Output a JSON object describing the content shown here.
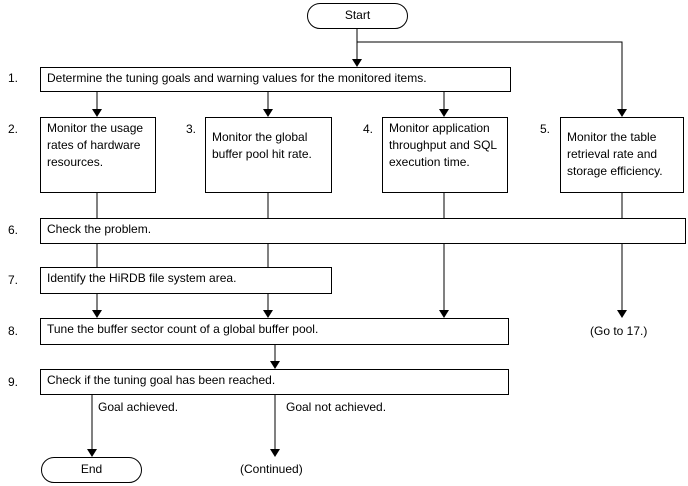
{
  "terminals": {
    "start": "Start",
    "end": "End"
  },
  "steps": [
    {
      "num": "1.",
      "text": "Determine the tuning goals and warning values for the monitored items."
    },
    {
      "num": "2.",
      "text": "Monitor the usage rates of hardware resources."
    },
    {
      "num": "3.",
      "text": "Monitor the global buffer pool hit rate."
    },
    {
      "num": "4.",
      "text": "Monitor application throughput and SQL execution time."
    },
    {
      "num": "5.",
      "text": "Monitor the table retrieval rate and storage efficiency."
    },
    {
      "num": "6.",
      "text": "Check the problem."
    },
    {
      "num": "7.",
      "text": "Identify the HiRDB file system area."
    },
    {
      "num": "8.",
      "text": "Tune the buffer sector count of a global buffer pool."
    },
    {
      "num": "9.",
      "text": "Check if the tuning goal has been reached."
    }
  ],
  "labels": {
    "goto": "(Go to 17.)",
    "goal_achieved": "Goal achieved.",
    "goal_not_achieved": "Goal not achieved.",
    "continued": "(Continued)"
  }
}
